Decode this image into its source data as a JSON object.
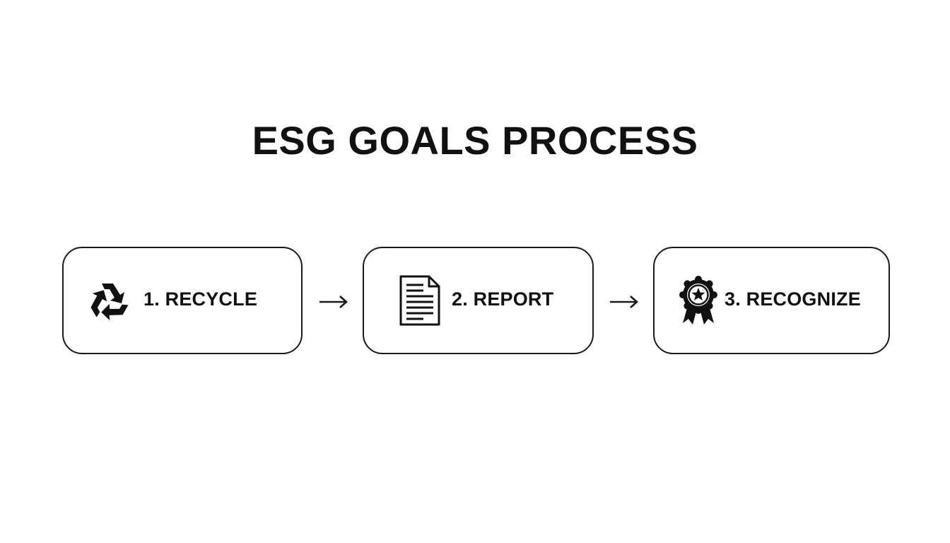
{
  "title": "ESG GOALS PROCESS",
  "steps": [
    {
      "label": "1. RECYCLE",
      "icon": "recycle-icon"
    },
    {
      "label": "2. REPORT",
      "icon": "document-icon"
    },
    {
      "label": "3. RECOGNIZE",
      "icon": "award-ribbon-icon"
    }
  ],
  "colors": {
    "stroke": "#1a1a1a",
    "text": "#111111",
    "background": "#ffffff"
  }
}
